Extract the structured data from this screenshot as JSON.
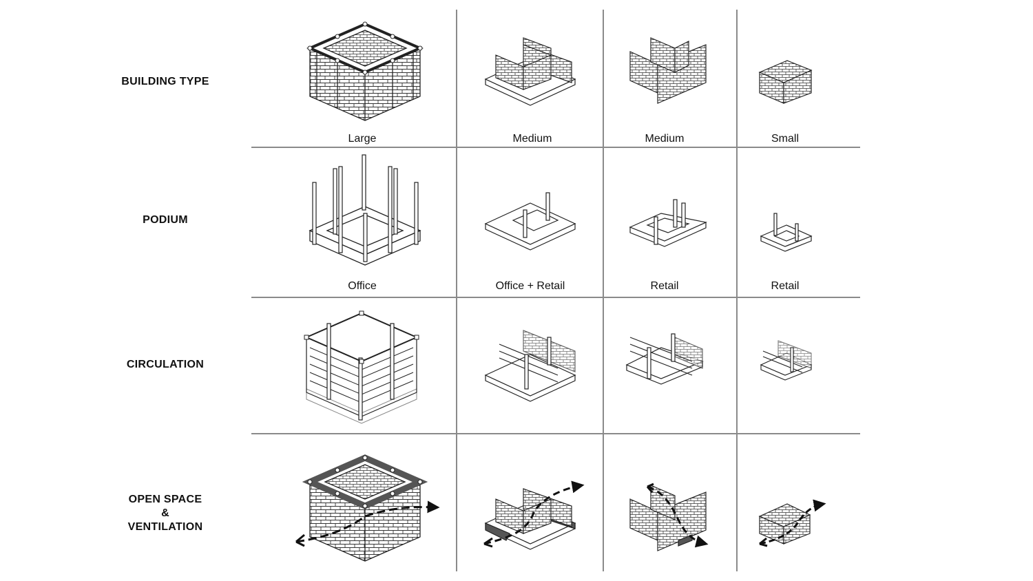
{
  "rows": [
    {
      "label": "BUILDING TYPE",
      "captions": [
        "Large",
        "Medium",
        "Medium",
        "Small"
      ]
    },
    {
      "label": "PODIUM",
      "captions": [
        "Office",
        "Office + Retail",
        "Retail",
        "Retail"
      ]
    },
    {
      "label": "CIRCULATION",
      "captions": [
        "",
        "",
        "",
        ""
      ]
    },
    {
      "label": "OPEN SPACE\n&\nVENTILATION",
      "captions": [
        "",
        "",
        "",
        ""
      ]
    }
  ],
  "colors": {
    "grid": "#8a8a8a",
    "line": "#222222",
    "fill": "#ffffff",
    "dark": "#555555"
  }
}
